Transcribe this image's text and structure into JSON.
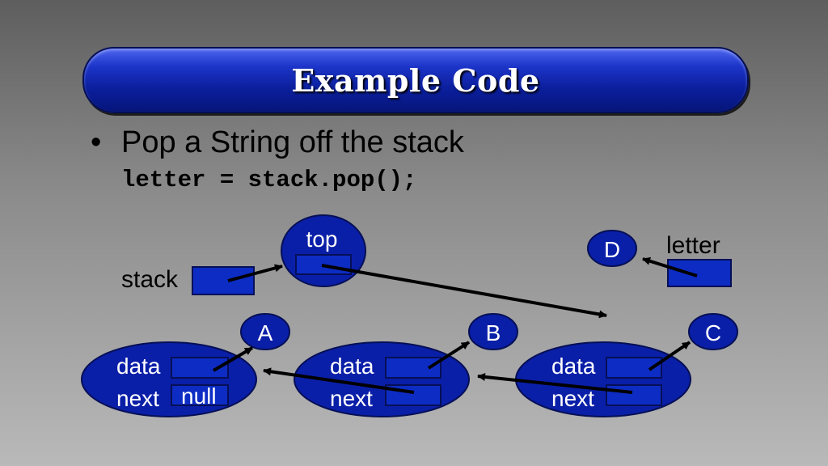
{
  "slide": {
    "title": "Example Code",
    "bullet": "•",
    "bullet_text": "Pop a String off the stack",
    "code": "letter = stack.pop();"
  },
  "diagram": {
    "stack_label": "stack",
    "top_label": "top",
    "letter_label": "letter",
    "popped_value": "D",
    "nodes": [
      {
        "value": "A",
        "data_label": "data",
        "next_label": "next",
        "next_value": "null"
      },
      {
        "value": "B",
        "data_label": "data",
        "next_label": "next",
        "next_value": ""
      },
      {
        "value": "C",
        "data_label": "data",
        "next_label": "next",
        "next_value": ""
      }
    ]
  },
  "colors": {
    "node_fill": "#0a1fa8",
    "box_fill": "#0d2cc4",
    "box_stroke": "#050f56",
    "label_text": "#ffffff",
    "arrow": "#000000"
  }
}
